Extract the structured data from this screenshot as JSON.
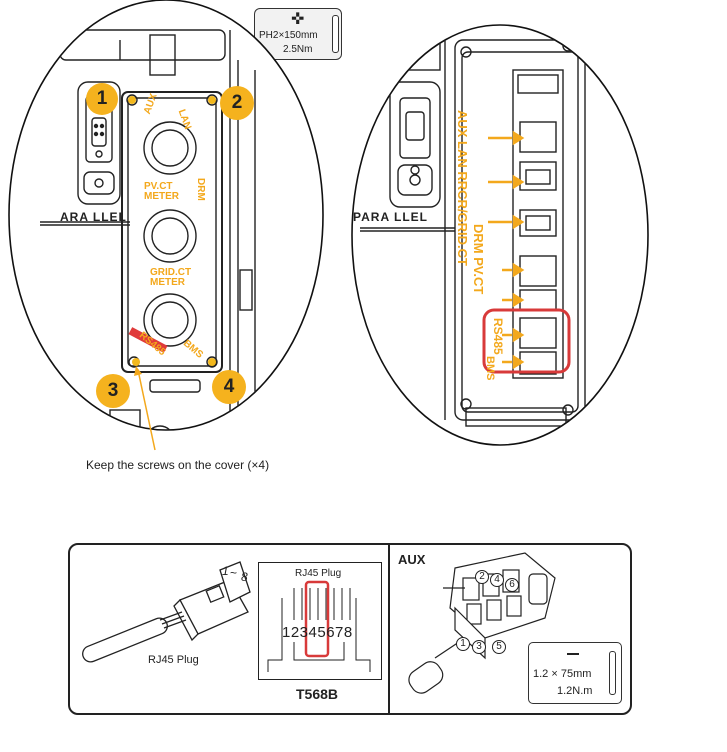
{
  "tool_box": {
    "spec": "PH2×150mm",
    "torque": "2.5Nm"
  },
  "left_panel": {
    "port_labels": [
      "AUX",
      "LAN",
      "PV.CT METER",
      "DRM",
      "GRID.CT METER",
      "RS485",
      "BMS"
    ],
    "parallel_label": "ARA LLEL",
    "markers": [
      "1",
      "2",
      "3",
      "4"
    ],
    "caption": "Keep the screws on the cover (×4)"
  },
  "right_panel": {
    "parallel_label": "PARA LLEL",
    "col1": "AUX  LAN  RRCR/GRID.CT",
    "col2": "DRM PV.CT",
    "col3": "RS485",
    "col4": "BMS"
  },
  "bottom": {
    "rj45_plug_label": "RJ45 Plug",
    "pin_range_start": "1",
    "pin_range_end": "8",
    "rj45_plug_box_title": "RJ45 Plug",
    "pins_left": "123",
    "pins_highlight": "45",
    "pins_right": "678",
    "standard": "T568B",
    "aux_title": "AUX",
    "aux_pins": [
      "1",
      "2",
      "3",
      "4",
      "5",
      "6"
    ],
    "tool_spec": "1.2 × 75mm",
    "tool_torque": "1.2N.m"
  }
}
